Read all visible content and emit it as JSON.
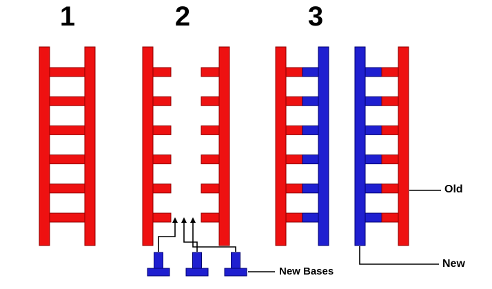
{
  "figure": {
    "title": "DNA semiconservative replication ladder diagram",
    "background": "#ffffff"
  },
  "steps": [
    {
      "label": "1"
    },
    {
      "label": "2"
    },
    {
      "label": "3"
    }
  ],
  "labels": {
    "old": "Old",
    "new": "New",
    "new_bases": "New Bases"
  },
  "colors": {
    "old_strand": "#ee1111",
    "old_strand_edge": "#8f0000",
    "new_strand": "#1f1fd0",
    "new_strand_edge": "#000070",
    "line": "#000000",
    "text": "#000000"
  },
  "diagram": {
    "rung_count": 6,
    "new_base_count": 3
  }
}
